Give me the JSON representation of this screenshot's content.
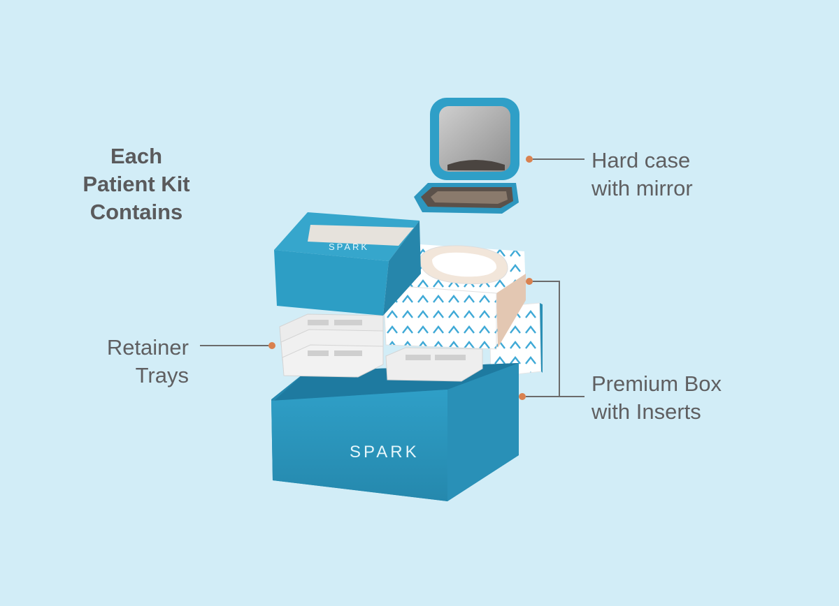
{
  "heading": {
    "line1": "Each",
    "line2": "Patient Kit",
    "line3": "Contains"
  },
  "callouts": {
    "hard_case": {
      "line1": "Hard case",
      "line2": "with mirror"
    },
    "retainer_trays": {
      "line1": "Retainer",
      "line2": "Trays"
    },
    "premium_box": {
      "line1": "Premium Box",
      "line2": "with Inserts"
    }
  },
  "brand": {
    "logo_text": "SPARK"
  },
  "colors": {
    "background": "#d2edf7",
    "box_blue": "#2d9ec5",
    "text_gray": "#5f5f61",
    "callout_dot": "#d9814f",
    "callout_line": "#6b6b6b"
  }
}
